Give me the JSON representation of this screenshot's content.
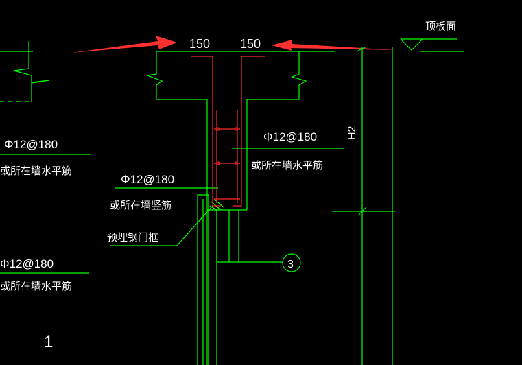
{
  "dimensions": {
    "left": "150",
    "right": "150",
    "height_label": "H2"
  },
  "labels": {
    "slab_top": "顶板面",
    "rebar_left_top": "Φ12@180",
    "horiz_left_top": "或所在墙水平筋",
    "rebar_right": "Φ12@180",
    "horiz_right": "或所在墙水平筋",
    "rebar_mid": "Φ12@180",
    "vert_mid": "或所在墙竖筋",
    "embed_frame": "预埋钢门框",
    "rebar_left_bottom": "Φ12@180",
    "horiz_left_bottom": "或所在墙水平筋",
    "detail_no": "3",
    "corner_no": "1"
  },
  "colors": {
    "background": "#000000",
    "line": "#00ff00",
    "rebar": "#ff2a2a",
    "arrow": "#ff3030",
    "text": "#ffffff"
  }
}
